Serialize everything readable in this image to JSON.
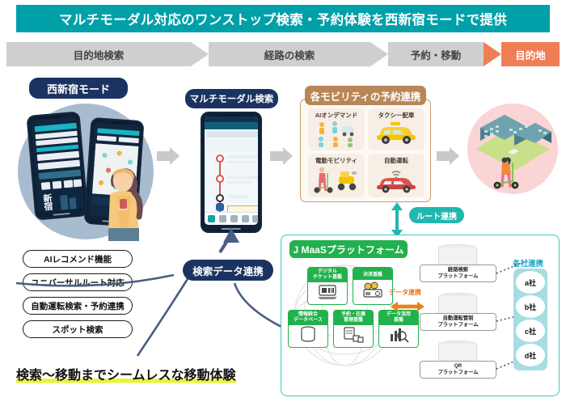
{
  "header": {
    "title": "マルチモーダル対応のワンストップ検索・予約体験を西新宿モードで提供"
  },
  "steps": [
    {
      "label": "目的地検索",
      "state": "inactive"
    },
    {
      "label": "経路の検索",
      "state": "inactive"
    },
    {
      "label": "予約・移動",
      "state": "inactive"
    },
    {
      "label": "目的地",
      "state": "active"
    }
  ],
  "stage1": {
    "badge": "西新宿モード"
  },
  "stage2": {
    "badge": "マルチモーダル検索"
  },
  "stage3": {
    "title": "各モビリティの予約連携",
    "cards": [
      {
        "caption": "AIオンデマンド",
        "icon": "people-demand-icon"
      },
      {
        "caption": "タクシー配車",
        "icon": "taxi-icon"
      },
      {
        "caption": "電動モビリティ",
        "icon": "scooter-icon"
      },
      {
        "caption": "自動運転",
        "icon": "autonomous-car-icon"
      }
    ]
  },
  "features": [
    "AIレコメンド機能",
    "ユニバーサルルート対応",
    "自動運転検索・予約連携",
    "スポット検索"
  ],
  "tagline": "検索～移動までシームレスな移動体験",
  "connectors": {
    "search_data": "検索データ連携",
    "route_link": "ルート連携",
    "data_link": "データ連携"
  },
  "maas": {
    "title": "J MaaSプラットフォーム",
    "capability_cards": [
      {
        "line1": "デジタル",
        "line2": "チケット基盤",
        "icon": "ticket-icon"
      },
      {
        "line1": "決済基盤",
        "line2": "",
        "icon": "payment-icon"
      },
      {
        "line1": "情報統合",
        "line2": "データベース",
        "icon": "database-icon"
      },
      {
        "line1": "予約・在庫",
        "line2": "管理基盤",
        "icon": "inventory-icon"
      },
      {
        "line1": "データ活用",
        "line2": "基盤",
        "icon": "analytics-icon"
      }
    ],
    "platforms": [
      {
        "line1": "経路検索",
        "line2": "プラットフォーム"
      },
      {
        "line1": "自動運転管制",
        "line2": "プラットフォーム"
      },
      {
        "line1": "QR",
        "line2": "プラットフォーム"
      }
    ],
    "partners_title": "各社連携",
    "partners": [
      "a社",
      "b社",
      "c社",
      "d社"
    ]
  },
  "colors": {
    "header_teal": "#00a0a8",
    "step_gray": "#cfcfcf",
    "step_active": "#ef7e54",
    "navy": "#1b3360",
    "brown": "#b98656",
    "green": "#22b14c",
    "teal_accent": "#21b7b0",
    "highlight_yellow": "#e8f53c",
    "partner_blue": "#a6dde2"
  }
}
